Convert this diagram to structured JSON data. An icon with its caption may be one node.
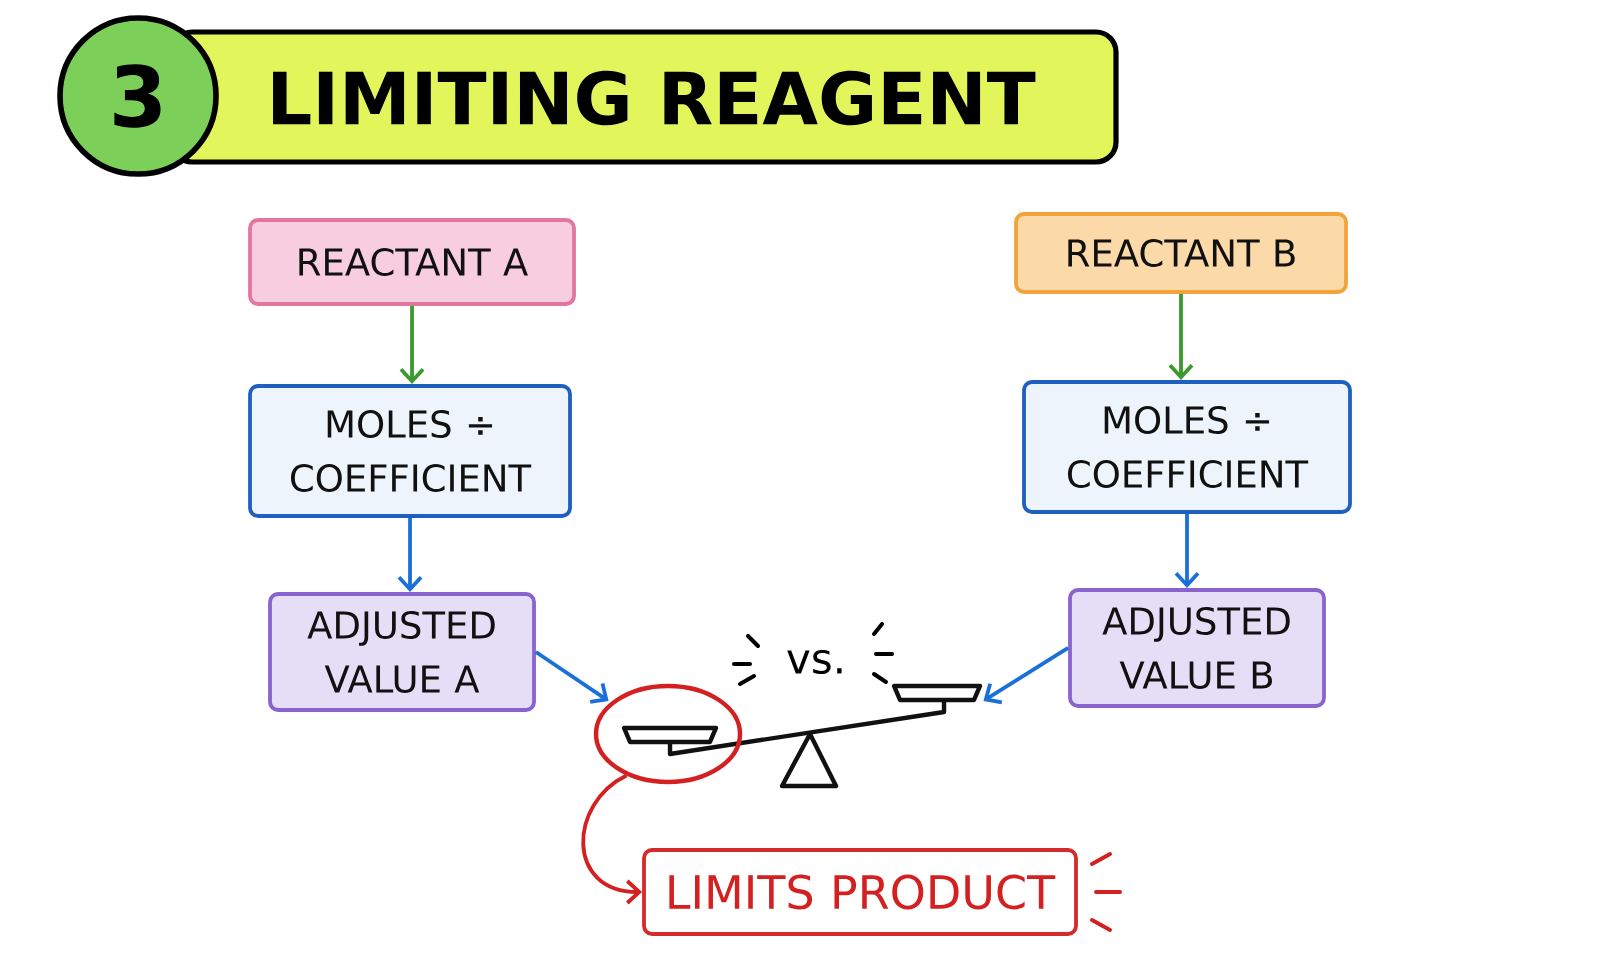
{
  "diagram": {
    "title": "LIMITING REAGENT",
    "nodes": [
      {
        "text": [
          "3"
        ]
      },
      {
        "text": [
          "REACTANT A"
        ]
      },
      {
        "text": [
          "MOLES ÷ COEFFICIENT"
        ]
      },
      {
        "text": [
          "ADJUSTED VALUE A"
        ]
      },
      {
        "text": [
          "REACTANT B"
        ]
      },
      {
        "text": [
          "MOLES ÷ COEFFICIENT"
        ]
      },
      {
        "text": [
          "ADJUSTED VALUE B"
        ]
      },
      {
        "text": [],
        "shape": "picture",
        "beside": [
          "vs."
        ]
      },
      {
        "text": [],
        "shape": "circle"
      },
      {
        "text": [
          "LIMITS PRODUCT"
        ]
      }
    ],
    "edges": [
      {
        "from": 1,
        "to": 2,
        "arrow": "to",
        "color": "#3a9a2e"
      },
      {
        "from": 2,
        "to": 3,
        "arrow": "to"
      },
      {
        "from": 4,
        "to": 5,
        "arrow": "to",
        "color": "#3a9a2e"
      },
      {
        "from": 5,
        "to": 6,
        "arrow": "to"
      },
      {
        "from": 3,
        "to": 7,
        "arrow": "to"
      },
      {
        "from": 6,
        "to": 7,
        "arrow": "to"
      },
      {
        "from": 8,
        "to": 9,
        "arrow": "to",
        "color": "#d42020"
      }
    ]
  }
}
